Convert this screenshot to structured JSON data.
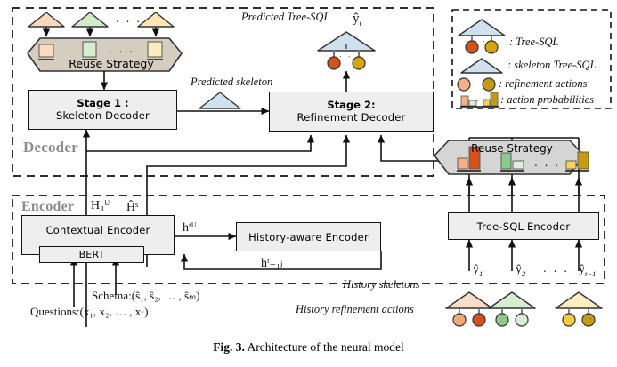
{
  "figure": {
    "caption_prefix": "Fig. 3.",
    "caption_text": " Architecture of the neural model"
  },
  "sections": {
    "decoder_label": "Decoder",
    "encoder_label": "Encoder"
  },
  "decoder": {
    "reuse_strategy_label": "Reuse Strategy",
    "stage1": {
      "title": "Stage 1 :",
      "subtitle": "Skeleton Decoder"
    },
    "stage2": {
      "title": "Stage 2:",
      "subtitle": "Refinement Decoder"
    },
    "predicted_tree_sql_label": "Predicted Tree-SQL",
    "predicted_skeleton_label": "Predicted skeleton",
    "output_symbol": "ŷ",
    "output_symbol_sub": "t"
  },
  "encoder": {
    "contextual_encoder_label": "Contextual  Encoder",
    "bert_label": "BERT",
    "history_aware_encoder_label": "History-aware Encoder",
    "tree_sql_encoder_label": "Tree-SQL Encoder",
    "reuse_strategy_label": "Reuse Strategy",
    "h3u_label": "H₃ᵁ",
    "hs_label": "Ĥˢ",
    "htu_label": "hᵗᵁ",
    "htl_label": "hᵗ₋₁ⱼ",
    "questions_label": "Questions:(x₁, x₂, … , xₜ)",
    "schema_label": "Schema:(ŝ₁, ŝ₂, … , ŝₘ)"
  },
  "history": {
    "skeletons_label": "History skeletons",
    "refinement_actions_label": "History refinement actions",
    "items": [
      {
        "symbol": "ŷ",
        "sub": "1",
        "tri_fill": "#f9ddc8",
        "c1": "#f4a87a",
        "c2": "#d4521a"
      },
      {
        "symbol": "ŷ",
        "sub": "2",
        "tri_fill": "#d7ecd2",
        "c1": "#8cc98a",
        "c2": "#d9ecd7"
      },
      {
        "symbol": "ŷ",
        "sub": "t−1",
        "tri_fill": "#fdeec1",
        "c1": "#f6cc3c",
        "c2": "#c79a10"
      }
    ],
    "ellipsis": ". . ."
  },
  "legend": {
    "entries": [
      {
        "symbol": "tree-sql-glyph",
        "text": ": Tree-SQL"
      },
      {
        "symbol": "skeleton-triangle-glyph",
        "text": ": skeleton Tree-SQL"
      },
      {
        "symbol": "refinement-circles-glyph",
        "text": ": refinement actions"
      },
      {
        "symbol": "action-bars-glyph",
        "text": ": action probabilities"
      }
    ]
  },
  "colors": {
    "box_fill": "#eeeeee",
    "box_stroke": "#111111",
    "reuse_left_fill": "#d4cdc0",
    "reuse_right_fill": "#d5d5d5",
    "tree_blue": "#cfe0ef",
    "orange_dark": "#d4521a",
    "gold": "#d9a40a",
    "section_text": "#8d8d8d",
    "peach": "#f6c8a3",
    "light_green": "#bfdfb4",
    "light_yellow": "#fae9b0"
  },
  "reuse_left_bars": [
    {
      "fill": "#fbdcc0"
    },
    {
      "fill": "#d7edd0"
    },
    {
      "fill": "#fdebbe"
    }
  ],
  "reuse_right_bars": [
    {
      "a": "#f4b183",
      "b": "#d4521a"
    },
    {
      "a": "#8cc98a",
      "b": "#ddeedb"
    },
    {
      "a": "#f8d45a",
      "b": "#c79a10"
    }
  ],
  "top_triangles": [
    {
      "fill": "#f8d9bf"
    },
    {
      "fill": "#d3ebcb"
    },
    {
      "fill": "#fbe6b4"
    }
  ],
  "ellipsis": ". . ."
}
